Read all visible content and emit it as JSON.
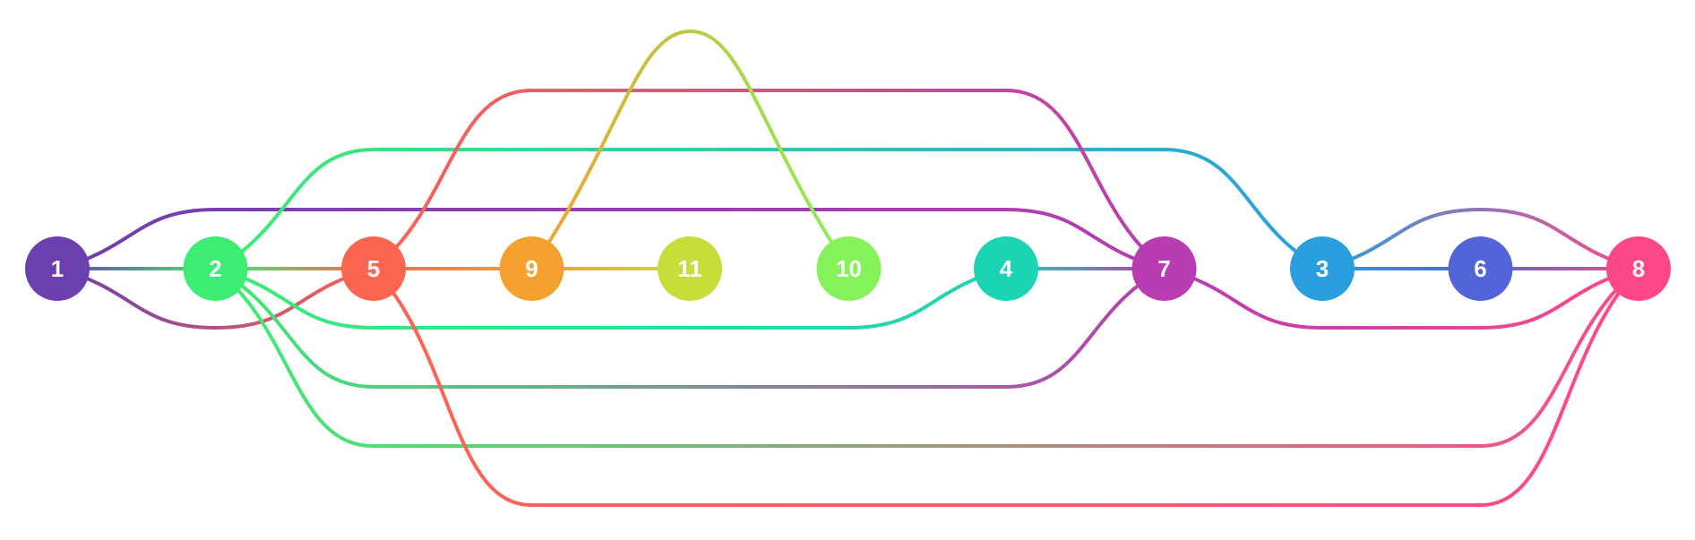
{
  "diagram": {
    "nodes": [
      {
        "id": "1",
        "label": "1",
        "color": "#6c3fae"
      },
      {
        "id": "2",
        "label": "2",
        "color": "#3ced74"
      },
      {
        "id": "5",
        "label": "5",
        "color": "#fb6551"
      },
      {
        "id": "9",
        "label": "9",
        "color": "#f4a12d"
      },
      {
        "id": "11",
        "label": "11",
        "color": "#c6dd3a"
      },
      {
        "id": "10",
        "label": "10",
        "color": "#86f25a"
      },
      {
        "id": "4",
        "label": "4",
        "color": "#1cd3b4"
      },
      {
        "id": "7",
        "label": "7",
        "color": "#b93cb2"
      },
      {
        "id": "3",
        "label": "3",
        "color": "#299fe0"
      },
      {
        "id": "6",
        "label": "6",
        "color": "#5164d8"
      },
      {
        "id": "8",
        "label": "8",
        "color": "#fc4889"
      }
    ],
    "edges": [
      {
        "source": "1",
        "target": "2"
      },
      {
        "source": "2",
        "target": "5"
      },
      {
        "source": "5",
        "target": "9"
      },
      {
        "source": "9",
        "target": "11"
      },
      {
        "source": "4",
        "target": "7"
      },
      {
        "source": "3",
        "target": "6"
      },
      {
        "source": "6",
        "target": "8"
      },
      {
        "source": "1",
        "target": "7"
      },
      {
        "source": "1",
        "target": "5"
      },
      {
        "source": "2",
        "target": "3"
      },
      {
        "source": "2",
        "target": "4"
      },
      {
        "source": "2",
        "target": "7"
      },
      {
        "source": "2",
        "target": "8"
      },
      {
        "source": "5",
        "target": "7"
      },
      {
        "source": "5",
        "target": "8"
      },
      {
        "source": "9",
        "target": "10"
      },
      {
        "source": "7",
        "target": "8"
      },
      {
        "source": "3",
        "target": "8"
      }
    ]
  }
}
